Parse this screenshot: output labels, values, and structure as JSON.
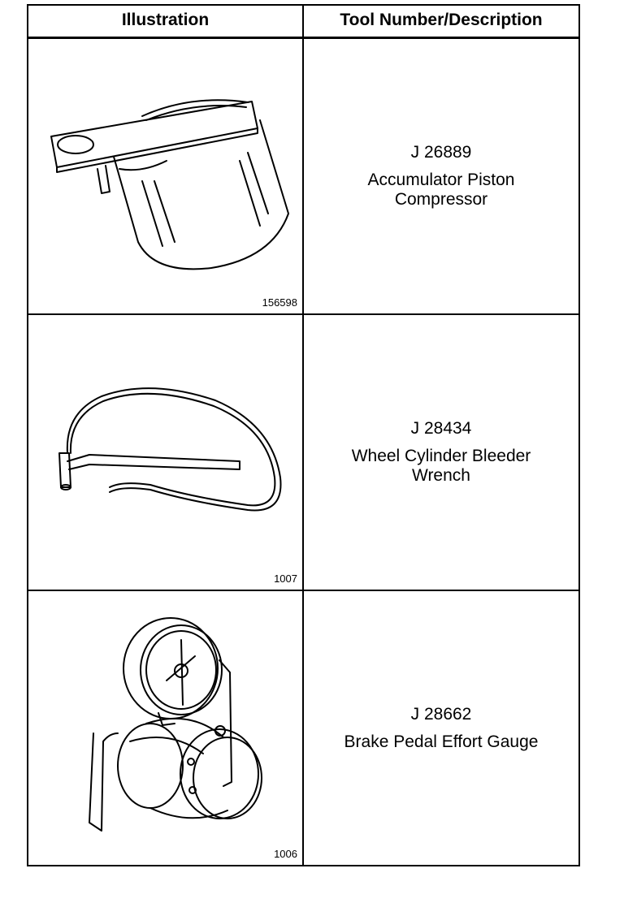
{
  "table": {
    "headers": {
      "illustration": "Illustration",
      "tool": "Tool Number/Description"
    },
    "rows": [
      {
        "tool_number": "J 26889",
        "description": "Accumulator Piston Compressor",
        "figure_number": "156598",
        "icon": "accumulator-piston-compressor-drawing"
      },
      {
        "tool_number": "J 28434",
        "description": "Wheel Cylinder Bleeder Wrench",
        "figure_number": "1007",
        "icon": "bleeder-wrench-drawing"
      },
      {
        "tool_number": "J 28662",
        "description": "Brake Pedal Effort Gauge",
        "figure_number": "1006",
        "icon": "brake-pedal-effort-gauge-drawing"
      }
    ]
  }
}
